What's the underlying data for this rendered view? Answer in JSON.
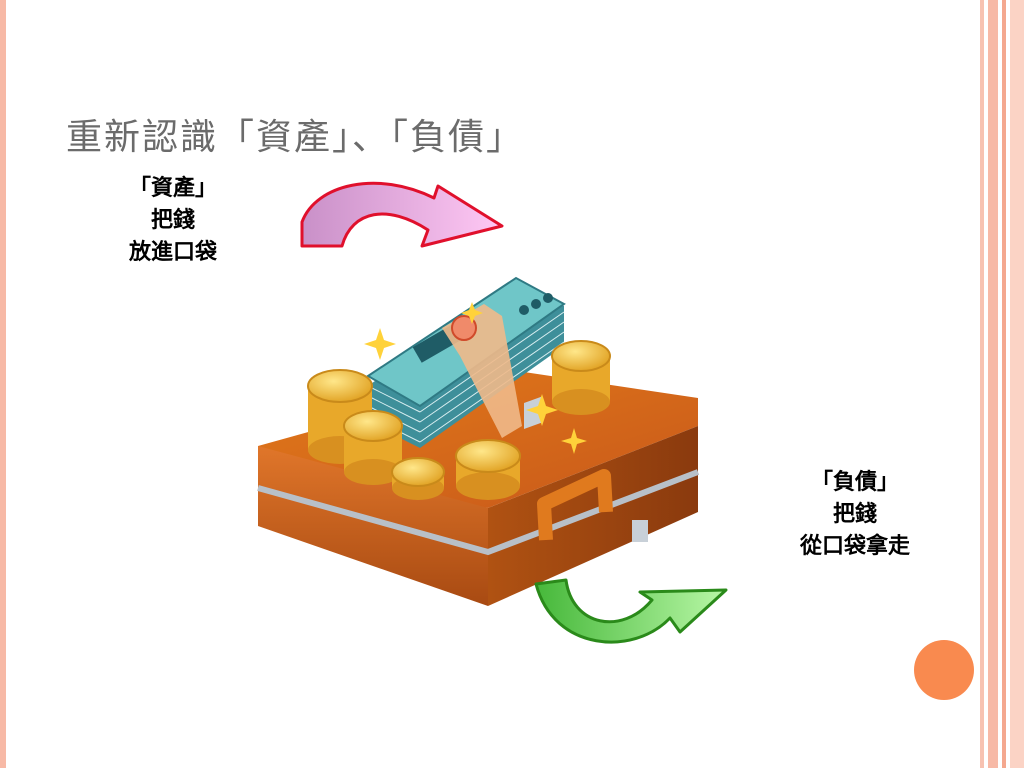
{
  "slide": {
    "title": "重新認識「資產」、「負債」",
    "asset_caption": [
      "「資產」",
      "把錢",
      "放進口袋"
    ],
    "debt_caption": [
      "「負債」",
      "把錢",
      "從口袋拿走"
    ],
    "illustration": "briefcase-with-money-icon"
  },
  "colors": {
    "frame": "#f7b9a6",
    "accent_dot": "#f98a4f",
    "arrow_in_fill": "#e0a2d8",
    "arrow_in_stroke": "#e0102c",
    "arrow_out_fill": "#8fe07a",
    "arrow_out_stroke": "#2a8a1a"
  }
}
